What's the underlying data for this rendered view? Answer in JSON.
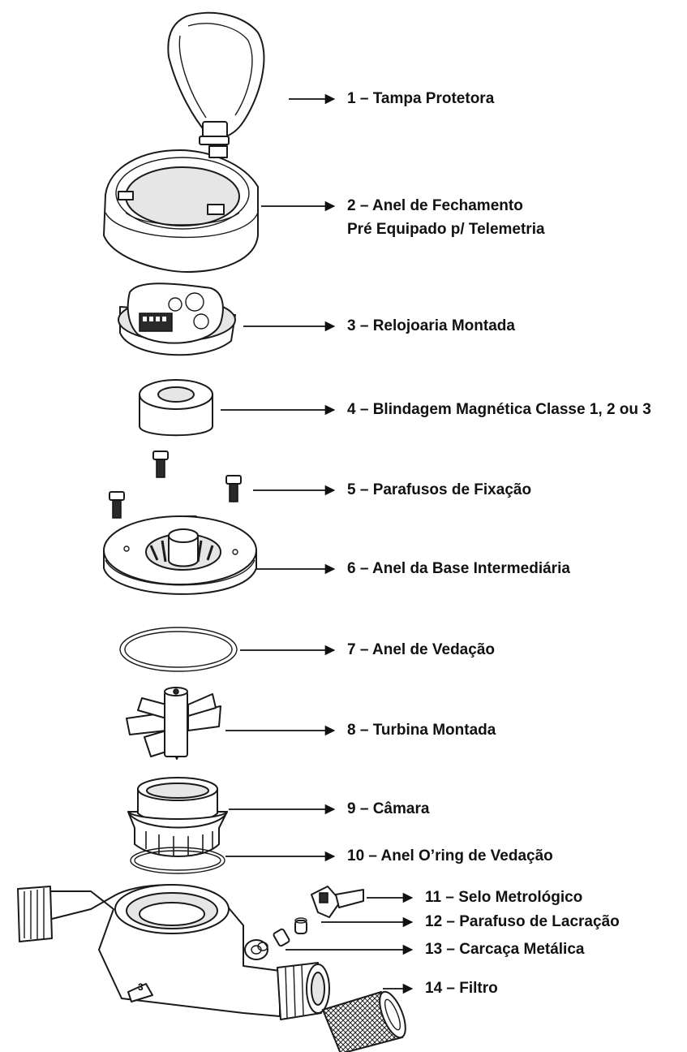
{
  "parts": [
    {
      "label": "1 – Tampa Protetora"
    },
    {
      "label": "2 – Anel de Fechamento",
      "label2": "Pré Equipado p/ Telemetria"
    },
    {
      "label": "3 – Relojoaria Montada"
    },
    {
      "label": "4 – Blindagem Magnética Classe 1, 2 ou 3"
    },
    {
      "label": "5 – Parafusos de Fixação"
    },
    {
      "label": "6 – Anel da Base Intermediária"
    },
    {
      "label": "7 – Anel de Vedação"
    },
    {
      "label": "8 – Turbina Montada"
    },
    {
      "label": "9 – Câmara"
    },
    {
      "label": "10 – Anel O’ring de Vedação"
    },
    {
      "label": "11 – Selo Metrológico"
    },
    {
      "label": "12 – Parafuso de Lacração"
    },
    {
      "label": "13 – Carcaça Metálica"
    },
    {
      "label": "14 – Filtro"
    }
  ],
  "housing_marking": "3"
}
